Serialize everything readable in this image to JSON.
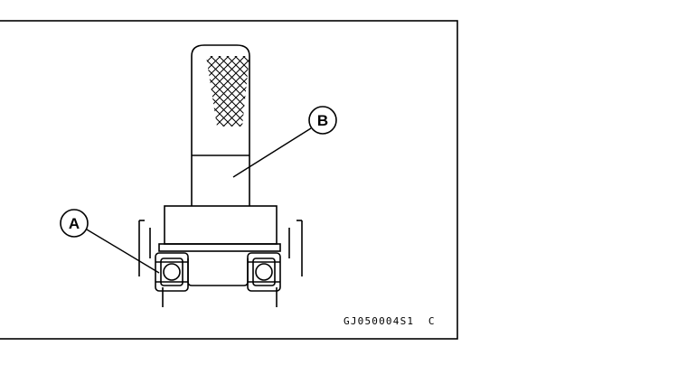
{
  "labels": {
    "a": "A",
    "b": "B"
  },
  "figure_code": "GJ050004S1  C"
}
